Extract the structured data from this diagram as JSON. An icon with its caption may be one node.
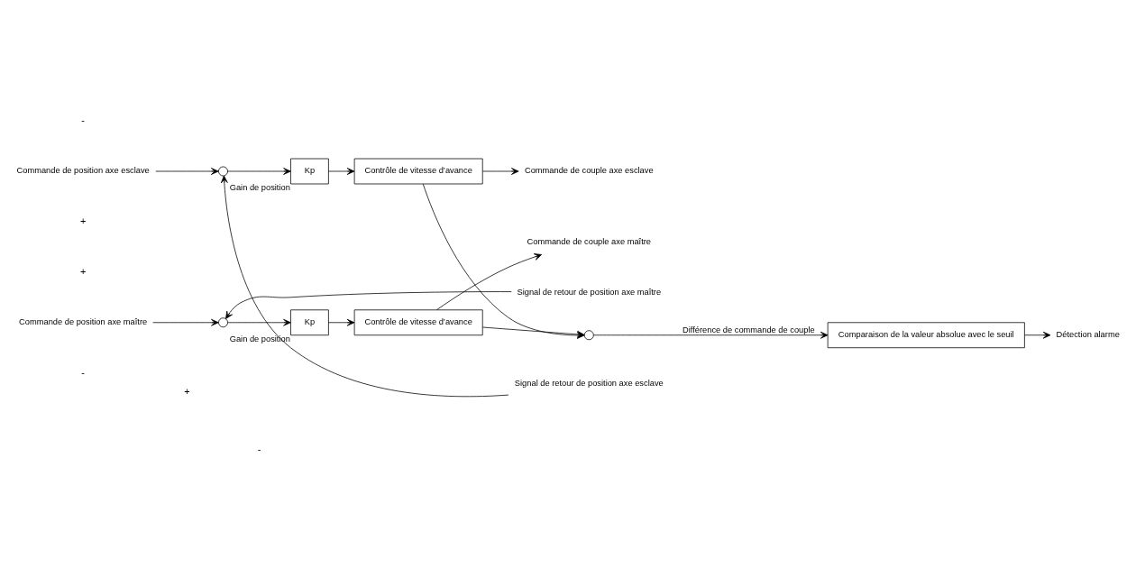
{
  "diagram": {
    "nodes": [
      {
        "text": [
          "Commande de position axe maître"
        ]
      },
      {
        "text": [],
        "shape": "circle"
      },
      {
        "text": [
          "Kp"
        ],
        "beside": [
          "Gain de position"
        ]
      },
      {
        "text": [
          "Contrôle de vitesse d’avance"
        ]
      },
      {
        "text": [
          "Commande de couple axe maître"
        ]
      },
      {
        "text": [
          "Signal de retour de position axe maître"
        ]
      },
      {
        "text": [],
        "shape": "circle"
      },
      {
        "text": [
          "Comparaison de la valeur absolue avec le seuil"
        ]
      },
      {
        "text": [
          "Détection alarme"
        ]
      },
      {
        "text": [
          "Commande de position axe esclave"
        ]
      },
      {
        "text": [],
        "shape": "circle"
      },
      {
        "text": [
          "Kp"
        ],
        "beside": [
          "Gain de position"
        ]
      },
      {
        "text": [
          "Contrôle de vitesse d’avance"
        ]
      },
      {
        "text": [
          "Commande de couple axe esclave"
        ]
      },
      {
        "text": [
          "Signal de retour de position axe esclave"
        ]
      }
    ],
    "edges": [
      {
        "from": 0,
        "to": 1,
        "arrow": "to"
      },
      {
        "from": 1,
        "to": 2,
        "arrow": "to"
      },
      {
        "from": 2,
        "to": 3,
        "arrow": "to"
      },
      {
        "from": 3,
        "to": 4,
        "arrow": "to"
      },
      {
        "from": 5,
        "to": 1,
        "arrow": "to"
      },
      {
        "from": 3,
        "to": 6,
        "arrow": "to"
      },
      {
        "from": 6,
        "to": 7,
        "label": "Différence de commande de couple",
        "arrow": "to"
      },
      {
        "from": 7,
        "to": 8,
        "arrow": "to"
      },
      {
        "from": 9,
        "to": 10,
        "arrow": "to"
      },
      {
        "from": 10,
        "to": 11,
        "arrow": "to"
      },
      {
        "from": 11,
        "to": 12,
        "arrow": "to"
      },
      {
        "from": 12,
        "to": 13,
        "arrow": "to"
      },
      {
        "from": 12,
        "to": 6,
        "arrow": "to"
      },
      {
        "from": 14,
        "to": 10,
        "arrow": "to"
      }
    ],
    "labels": [
      "+",
      "-",
      "+",
      "-",
      "+",
      "-"
    ]
  }
}
